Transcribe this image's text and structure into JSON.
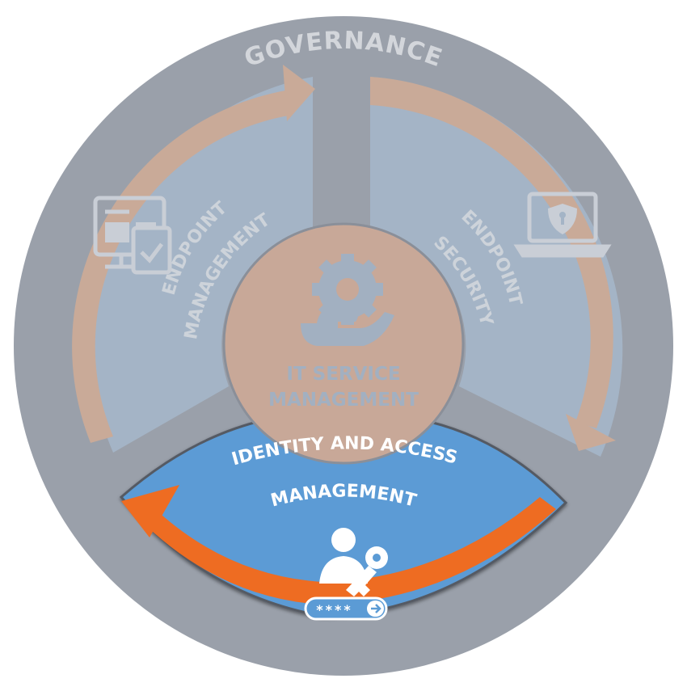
{
  "ring": {
    "title": "GOVERNANCE"
  },
  "segments": {
    "endpoint_management": {
      "line1": "ENDPOINT",
      "line2": "MANAGEMENT"
    },
    "endpoint_security": {
      "line1": "ENDPOINT",
      "line2": "SECURITY"
    },
    "identity_access": {
      "line1": "IDENTITY AND ACCESS",
      "line2": "MANAGEMENT"
    }
  },
  "center": {
    "line1": "IT SERVICE",
    "line2": "MANAGEMENT"
  },
  "icons": {
    "endpoint_management": "devices-check-icon",
    "endpoint_security": "laptop-shield-icon",
    "center": "hand-gear-icon",
    "identity_access": "user-key-password-icon"
  },
  "password_field": {
    "masked": "****"
  },
  "colors": {
    "ring": "#9aa0aa",
    "segment": "#a4b4c6",
    "arrow": "#c9aa98",
    "center": "#c8a898",
    "highlight": "#5b9bd5",
    "highlight_arrow": "#ee6c22",
    "faded_icon": "#c9ced6",
    "white": "#ffffff"
  }
}
